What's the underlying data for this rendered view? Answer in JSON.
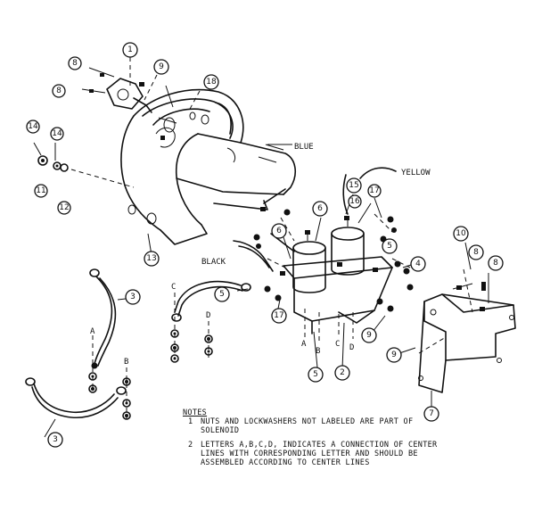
{
  "callouts": [
    {
      "id": "c1",
      "text": "1"
    },
    {
      "id": "c8a",
      "text": "8"
    },
    {
      "id": "c9a",
      "text": "9"
    },
    {
      "id": "c8b",
      "text": "8"
    },
    {
      "id": "c18",
      "text": "18"
    },
    {
      "id": "c14a",
      "text": "14"
    },
    {
      "id": "c14b",
      "text": "14"
    },
    {
      "id": "c11",
      "text": "11"
    },
    {
      "id": "c12",
      "text": "12"
    },
    {
      "id": "c13",
      "text": "13"
    },
    {
      "id": "c15",
      "text": "15"
    },
    {
      "id": "c6a",
      "text": "6"
    },
    {
      "id": "c16",
      "text": "16"
    },
    {
      "id": "c17a",
      "text": "17"
    },
    {
      "id": "c6b",
      "text": "6"
    },
    {
      "id": "c5a",
      "text": "5"
    },
    {
      "id": "c4",
      "text": "4"
    },
    {
      "id": "c17b",
      "text": "17"
    },
    {
      "id": "c10",
      "text": "10"
    },
    {
      "id": "c8c",
      "text": "8"
    },
    {
      "id": "c8d",
      "text": "8"
    },
    {
      "id": "c3a",
      "text": "3"
    },
    {
      "id": "c5b",
      "text": "5"
    },
    {
      "id": "c3b",
      "text": "3"
    },
    {
      "id": "c5c",
      "text": "5"
    },
    {
      "id": "c2",
      "text": "2"
    },
    {
      "id": "c9b",
      "text": "9"
    },
    {
      "id": "c9c",
      "text": "9"
    },
    {
      "id": "c7",
      "text": "7"
    }
  ],
  "wire_labels": {
    "blue": "BLUE",
    "yellow": "YELLOW",
    "black": "BLACK"
  },
  "letters": {
    "A": "A",
    "B": "B",
    "C": "C",
    "D": "D"
  },
  "notes": {
    "header": "NOTES",
    "items": [
      {
        "num": "1",
        "text": "NUTS AND LOCKWASHERS NOT LABELED ARE PART OF SOLENOID"
      },
      {
        "num": "2",
        "text": "LETTERS A,B,C,D, INDICATES A CONNECTION OF CENTER LINES WITH CORRESPONDING LETTER AND SHOULD BE ASSEMBLED ACCORDING TO CENTER LINES"
      }
    ]
  }
}
